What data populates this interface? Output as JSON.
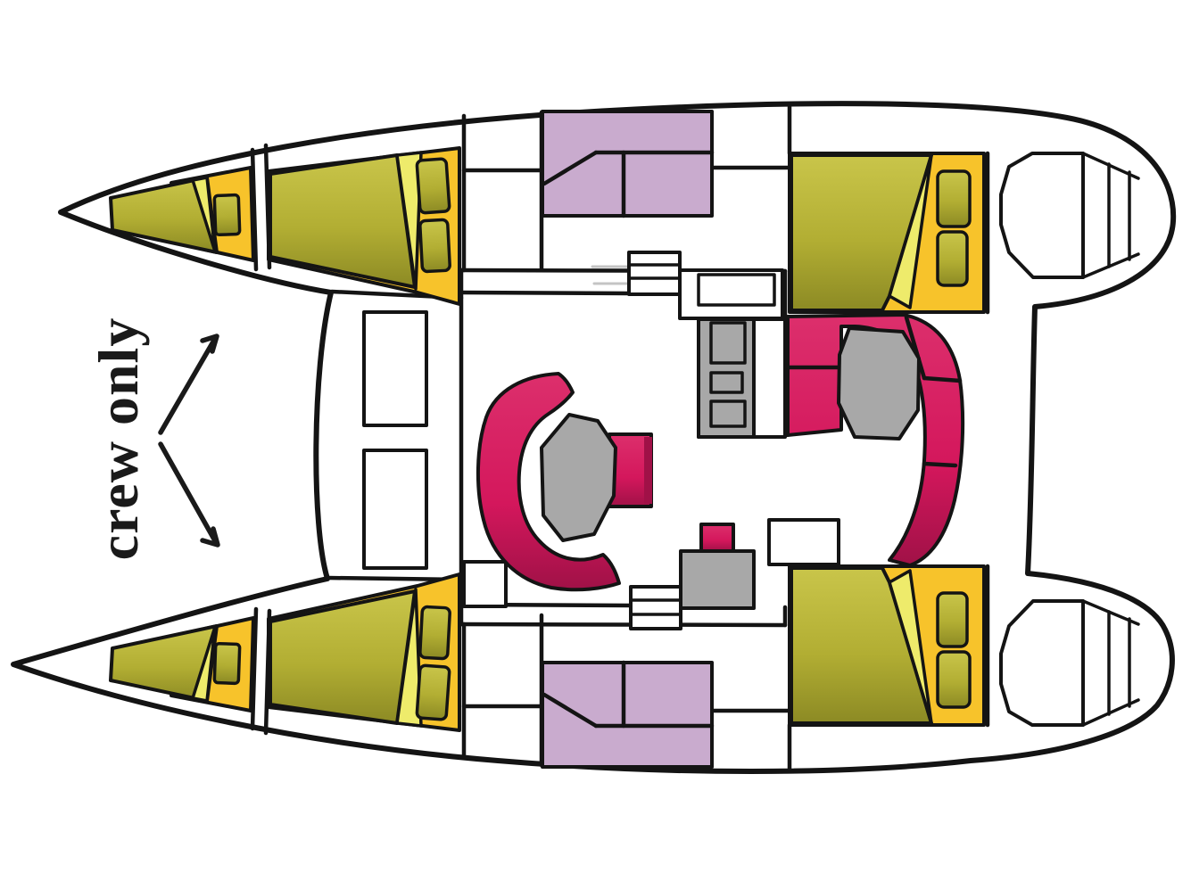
{
  "annotation": {
    "text": "crew only"
  },
  "palette": {
    "outline": "#141414",
    "paper": "#ffffff",
    "olive": "#b2ae33",
    "olive_light": "#c9c54a",
    "olive_dark": "#8c8a24",
    "orange": "#f7c32b",
    "light_yellow": "#eeeb6b",
    "lavender": "#c9abce",
    "magenta": "#d4175c",
    "magenta_light": "#dc2f6c",
    "magenta_dark": "#a01147",
    "gray": "#a8a8a8",
    "guide_gray": "#c4c4c4"
  },
  "areas": {
    "hull_upper": "upper-hull",
    "hull_lower": "lower-hull",
    "crew_cabin_upper": "bow-crew-berth-upper",
    "crew_cabin_lower": "bow-crew-berth-lower",
    "forward_cabin_upper": "forward-double-berth-upper",
    "forward_cabin_lower": "forward-double-berth-lower",
    "mid_berth_upper": "midship-berth-upper",
    "mid_berth_lower": "midship-berth-lower",
    "aft_cabin_upper": "aft-double-berth-upper",
    "aft_cabin_lower": "aft-double-berth-lower",
    "saloon_sofa": "saloon-sofa",
    "saloon_table": "saloon-table",
    "galley": "galley-unit",
    "chart_table": "chart-table",
    "dinette": "cockpit-dinette",
    "dinette_table": "cockpit-table",
    "companionway_steps": "companionway-steps",
    "transom_steps": "transom-steps"
  }
}
